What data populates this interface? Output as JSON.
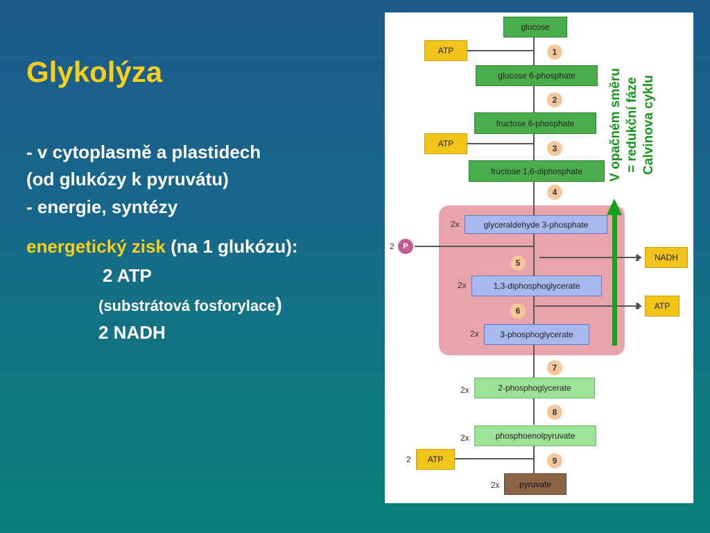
{
  "slide": {
    "title": "Glykolýza",
    "bullet1": "- v cytoplasmě a plastidech",
    "bullet2": "(od glukózy k pyruvátu)",
    "bullet3": "- energie, syntézy",
    "energy_label": "energetický zisk",
    "energy_rest": " (na 1 glukózu):",
    "atp_gain": "2 ATP",
    "substrate": "(substrátová fosforylace",
    "substrate_close": ")",
    "nadh_gain": "2 NADH"
  },
  "diagram": {
    "compounds": {
      "glucose": "glucose",
      "g6p": "glucose 6-phosphate",
      "f6p": "fructose 6-phosphate",
      "f16dp": "fructose 1,6-diphosphate",
      "g3p": "glyceraldehyde 3-phosphate",
      "dpg": "1,3-diphosphoglycerate",
      "pg3": "3-phosphoglycerate",
      "pg2": "2-phosphoglycerate",
      "pep": "phosphoenolpyruvate",
      "pyruvate": "pyruvate"
    },
    "steps": [
      "1",
      "2",
      "3",
      "4",
      "5",
      "6",
      "7",
      "8",
      "9"
    ],
    "inputs": {
      "atp1": "ATP",
      "atp2": "ATP",
      "p": "P",
      "p_count": "2"
    },
    "outputs": {
      "nadh": "NADH",
      "nadh_count": "2",
      "atp_a": "ATP",
      "atp_a_count": "2",
      "atp_b": "ATP",
      "atp_b_count": "2"
    },
    "multiplier": "2x",
    "reverse_note": [
      "V opačném směru",
      "= redukční fáze",
      "Calvinova cyklu"
    ],
    "colors": {
      "green_arrow": "#17a21b",
      "hexose_box": "#4aad4b",
      "triose_box": "#a7b8ee",
      "late_box": "#9ee29a",
      "atp_box": "#f0c419",
      "pyruvate_box": "#8b6447",
      "phase_highlight": "#e8a3ab"
    }
  }
}
